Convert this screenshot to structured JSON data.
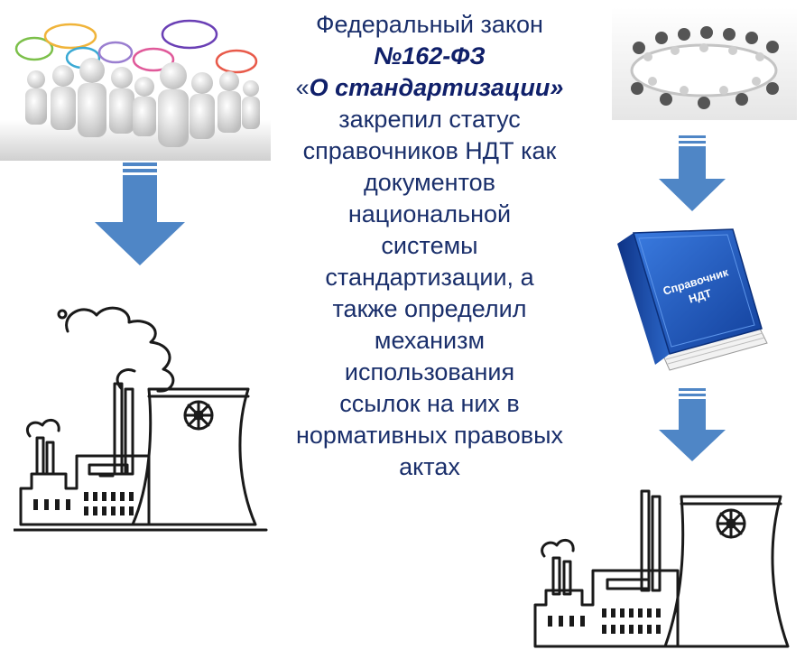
{
  "center_text": {
    "line1": "Федеральный закон",
    "line2": "№162-ФЗ",
    "line3_open_quote": "«",
    "line3_title": "О стандартизации»",
    "lines_rest": [
      "закрепил статус",
      "справочников НДТ как",
      "документов",
      "национальной",
      "системы",
      "стандартизации, а",
      "также определил",
      "механизм",
      "использования",
      "ссылок на них в",
      "нормативных правовых",
      "актах"
    ]
  },
  "book": {
    "title_line1": "Справочник",
    "title_line2": "НДТ"
  },
  "colors": {
    "text": "#1a2f6b",
    "arrow": "#4f86c6",
    "book_blue": "#1f4fb0",
    "figure_gray": "#d9d9d9"
  },
  "icons": [
    "speech-bubbles-people",
    "round-table-meeting",
    "factory",
    "handbook-book",
    "down-arrow"
  ]
}
